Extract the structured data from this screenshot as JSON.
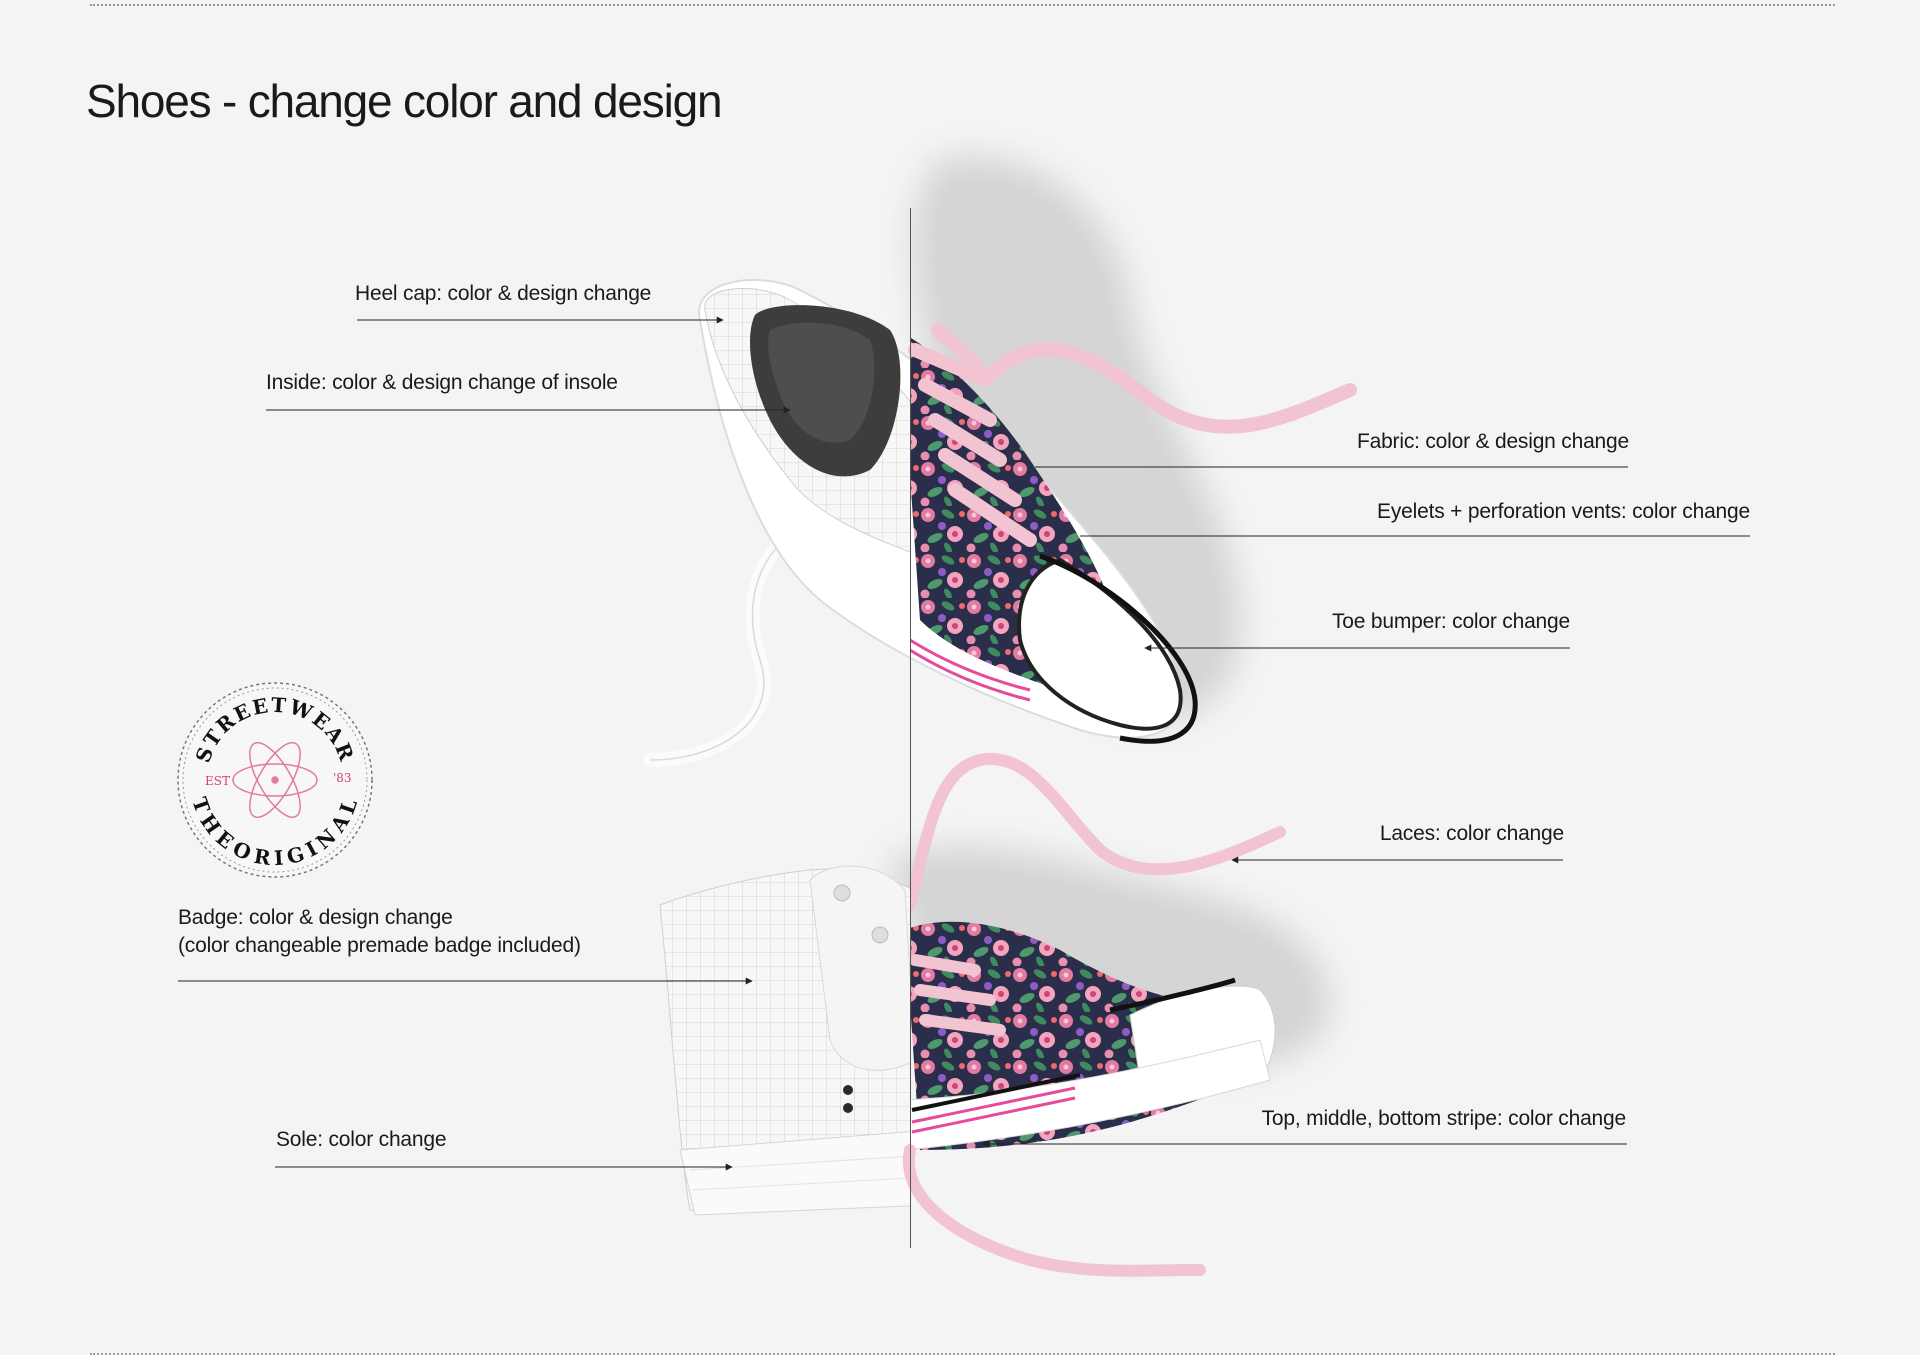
{
  "title": "Shoes - change color and design",
  "colors": {
    "background": "#f4f4f4",
    "floral_dark": "#2b2e4a",
    "floral_pink": "#e27aa2",
    "floral_green": "#3f8a5f",
    "lace_pink": "#f2c3d1",
    "badge_pink": "#d63b7d",
    "stripe_pink": "#e64a9a"
  },
  "labels": {
    "heel_cap": "Heel cap: color & design change",
    "inside": "Inside: color & design change of insole",
    "fabric": "Fabric: color & design change",
    "eyelets": "Eyelets + perforation vents: color change",
    "toe_bumper": "Toe bumper: color change",
    "laces": "Laces: color change",
    "badge_line1": "Badge: color & design change",
    "badge_line2": "(color changeable premade badge included)",
    "sole": "Sole: color change",
    "stripes": "Top, middle, bottom stripe: color change"
  },
  "badge": {
    "top_text": "STREETWEAR",
    "bottom_text": "THEORIGINAL",
    "left_text": "EST",
    "right_text": "'83"
  }
}
